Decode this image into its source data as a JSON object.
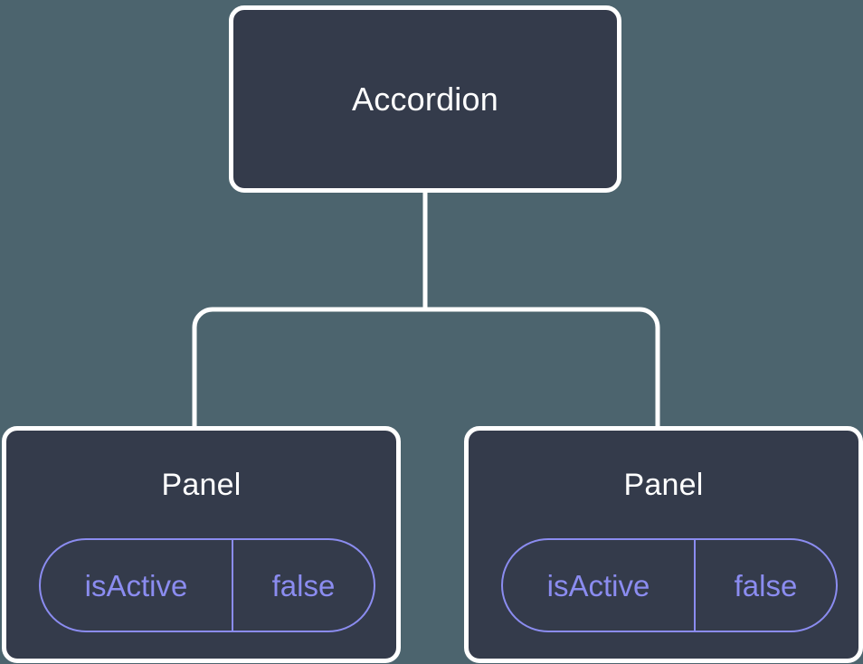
{
  "diagram": {
    "type": "component-tree",
    "background_color": "#4c646e",
    "node_fill_color": "#343b4b",
    "node_border_color": "#ffffff",
    "connector_color": "#ffffff",
    "state_accent_color": "#8b8cf0",
    "root": {
      "label": "Accordion"
    },
    "children": [
      {
        "label": "Panel",
        "state": {
          "key": "isActive",
          "value": "false"
        }
      },
      {
        "label": "Panel",
        "state": {
          "key": "isActive",
          "value": "false"
        }
      }
    ]
  }
}
